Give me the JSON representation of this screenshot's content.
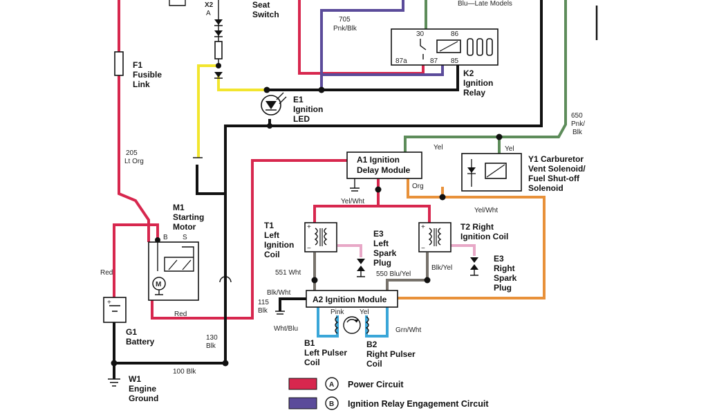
{
  "components": {
    "x2": {
      "id": "X2",
      "sub": "A"
    },
    "s2": {
      "line1": "Seat",
      "line2": "Switch"
    },
    "f1": {
      "id": "F1",
      "line1": "Fusible",
      "line2": "Link"
    },
    "e1": {
      "id": "E1",
      "line1": "Ignition",
      "line2": "LED"
    },
    "k2": {
      "id": "K2",
      "line1": "Ignition",
      "line2": "Relay",
      "pin30": "30",
      "pin86": "86",
      "pin87a": "87a",
      "pin87": "87",
      "pin85": "85"
    },
    "a1": {
      "line1": "A1 Ignition",
      "line2": "Delay Module"
    },
    "y1": {
      "line1": "Y1 Carburetor",
      "line2": "Vent Solenoid/",
      "line3": "Fuel Shut-off",
      "line4": "Solenoid"
    },
    "m1": {
      "id": "M1",
      "line1": "Starting",
      "line2": "Motor",
      "b": "B",
      "s": "S",
      "motor": "M"
    },
    "t1": {
      "id": "T1",
      "line1": "Left",
      "line2": "Ignition",
      "line3": "Coil"
    },
    "t2": {
      "line1": "T2  Right",
      "line2": "Ignition   Coil"
    },
    "e3l": {
      "id": "E3",
      "line1": "Left",
      "line2": "Spark",
      "line3": "Plug"
    },
    "e3r": {
      "id": "E3",
      "line1": "Right",
      "line2": "Spark",
      "line3": "Plug"
    },
    "a2": {
      "label": "A2 Ignition Module"
    },
    "g1": {
      "id": "G1",
      "line1": "Battery"
    },
    "w1": {
      "id": "W1",
      "line1": "Engine",
      "line2": "Ground"
    },
    "b1": {
      "id": "B1",
      "line1": "Left Pulser",
      "line2": "Coil"
    },
    "b2": {
      "id": "B2",
      "line1": "Right Pulser",
      "line2": "Coil"
    }
  },
  "wire_labels": {
    "blu_late": "Blu—Late Models",
    "w705": "705",
    "pnk_blk": "Pnk/Blk",
    "w205": "205",
    "lt_org": "Lt Org",
    "w650": "650",
    "pnk": "Pnk/",
    "blk": "Blk",
    "yel_a": "Yel",
    "yel_b": "Yel",
    "yel_wht_a": "Yel/Wht",
    "yel_wht_b": "Yel/Wht",
    "org": "Org",
    "red_a": "Red",
    "red_b": "Red",
    "w551": "551 Wht",
    "w550": "550 Blu/Yel",
    "blk_yel": "Blk/Yel",
    "blk_wht": "Blk/Wht",
    "w115": "115",
    "blk_115": "Blk",
    "wht_blu": "Wht/Blu",
    "pink": "Pink",
    "yel_c": "Yel",
    "grn_wht": "Grn/Wht",
    "w130": "130",
    "blk_130": "Blk",
    "w100": "100 Blk"
  },
  "legend": [
    {
      "letter": "A",
      "label": "Power Circuit",
      "color": "#d7274e"
    },
    {
      "letter": "B",
      "label": "Ignition Relay Engagement Circuit",
      "color": "#5b4b9a"
    }
  ],
  "colors": {
    "power": "#d7274e",
    "relay_engage": "#5b4b9a",
    "ground": "#111111",
    "yellow": "#f2e52e",
    "green": "#5d8c5a",
    "orange": "#e8913a",
    "gray": "#77726b",
    "light_blue": "#3aa6d8",
    "pink": "#e8a8c7"
  }
}
